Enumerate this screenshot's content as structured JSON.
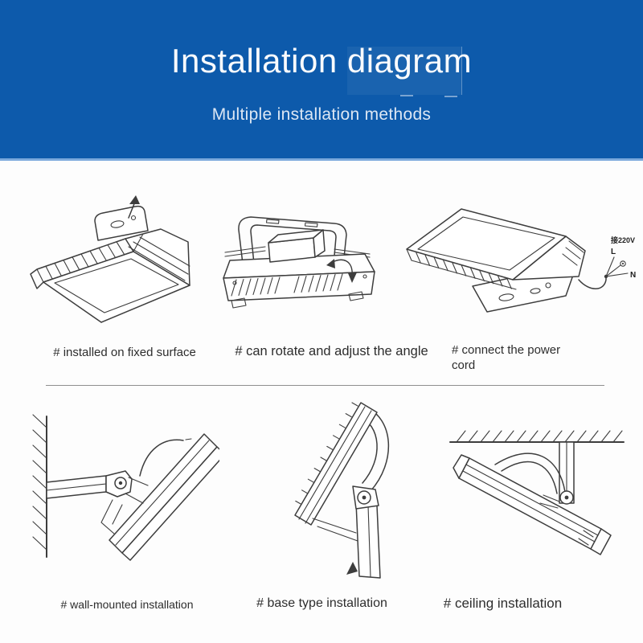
{
  "page": {
    "background": "#fdfdfd"
  },
  "header": {
    "title": "Installation diagram",
    "subtitle": "Multiple installation methods",
    "background": "#0d5aab",
    "edge_color": "#7ba9dc",
    "title_color": "#fafbfd",
    "subtitle_color": "#dce7f4"
  },
  "figures": {
    "row1": [
      {
        "name": "fixed-surface",
        "caption": "# installed on fixed surface"
      },
      {
        "name": "rotate-adjust",
        "caption": "# can rotate and adjust the angle"
      },
      {
        "name": "connect-power",
        "caption": "# connect the power cord"
      }
    ],
    "row2": [
      {
        "name": "wall-mounted",
        "caption": "# wall-mounted installation"
      },
      {
        "name": "base-type",
        "caption": "# base type installation"
      },
      {
        "name": "ceiling",
        "caption": "# ceiling installation"
      }
    ]
  },
  "power_cord": {
    "live": "L",
    "neutral": "N",
    "voltage": "接220V"
  },
  "style": {
    "line_color": "#3d3d3d",
    "caption_color": "#2d2d2d",
    "divider_color": "#8f8f8f"
  }
}
